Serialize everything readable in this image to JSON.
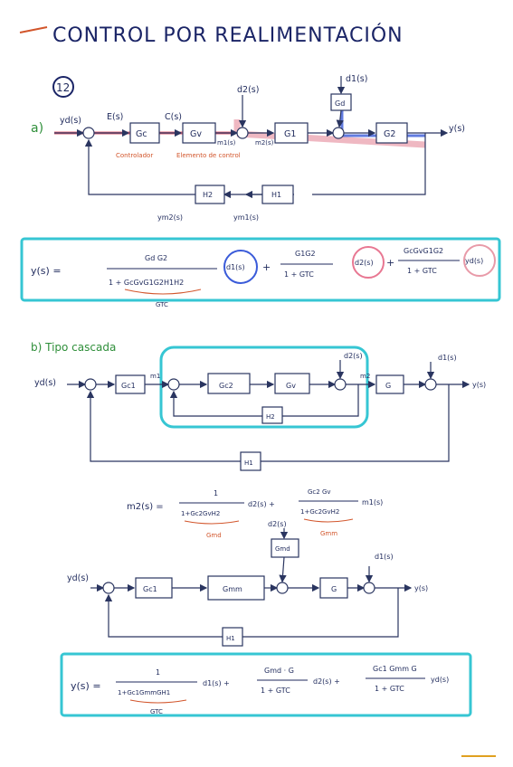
{
  "title": "CONTROL POR REALIMENTACIÓN",
  "problem_number": "12",
  "part_a": {
    "label": "a)",
    "input": "yd(s)",
    "signals": {
      "E": "E(s)",
      "C": "C(s)",
      "m1": "m1(s)",
      "m2": "m2(s)",
      "d1": "d1(s)",
      "d2": "d2(s)",
      "ym1": "ym1(s)",
      "ym2": "ym2(s)",
      "output": "y(s)"
    },
    "blocks": {
      "Gc": "Gc",
      "Gv": "Gv",
      "G1": "G1",
      "G2": "G2",
      "Gd": "Gd",
      "H1": "H1",
      "H2": "H2"
    },
    "annot_controller": "Controlador",
    "annot_element": "Elemento de control",
    "formula": {
      "lhs": "y(s) =",
      "t1_num": "Gd G2",
      "t1_den": "1 + GcGvG1G2H1H2",
      "gtc": "GTC",
      "t1_var": "d1(s)",
      "plus": "+",
      "t2_num": "G1G2",
      "t2_den": "1 + GTC",
      "t2_var": "d2(s)",
      "t3_num": "GcGvG1G2",
      "t3_den": "1 + GTC",
      "t3_var": "yd(s)"
    }
  },
  "part_b": {
    "label": "b) Tipo cascada",
    "input": "yd(s)",
    "signals": {
      "m1": "m1",
      "m2": "m2",
      "d1": "d1(s)",
      "d2": "d2(s)",
      "output": "y(s)"
    },
    "blocks": {
      "Gc1": "Gc1",
      "Gc2": "Gc2",
      "Gv": "Gv",
      "G": "G",
      "H2": "H2",
      "H1": "H1"
    },
    "eq_m2": {
      "lhs": "m2(s) =",
      "f1_num": "1",
      "f1_den": "1+Gc2GvH2",
      "f1_var": "d2(s) +",
      "f2_num": "Gc2 Gv",
      "f2_den": "1+Gc2GvH2",
      "f2_var": "m1(s)",
      "gmd": "Gmd",
      "gmm": "Gmm"
    },
    "diagram2": {
      "input": "yd(s)",
      "d2": "d2(s)",
      "d1": "d1(s)",
      "output": "y(s)",
      "blocks": {
        "Gc1": "Gc1",
        "Gmm": "Gmm",
        "Gmd": "Gmd",
        "G": "G",
        "H1": "H1"
      }
    },
    "formula": {
      "lhs": "y(s) =",
      "t1_num": "1",
      "t1_den": "1+Gc1GmmGH1",
      "gtc": "GTC",
      "t1_var": "d1(s) +",
      "t2_num": "Gmd · G",
      "t2_den": "1 + GTC",
      "t2_var": "d2(s) +",
      "t3_num": "Gc1 Gmm G",
      "t3_den": "1 + GTC",
      "t3_var": "yd(s)"
    }
  },
  "colors": {
    "ink": "#1f2a5c",
    "cyan_box": "#36c6d3",
    "red_path": "#d9334a",
    "blue_path": "#3a5bd9",
    "pink": "#e89aa8",
    "green": "#2f8f3a",
    "orange": "#d2552b"
  }
}
